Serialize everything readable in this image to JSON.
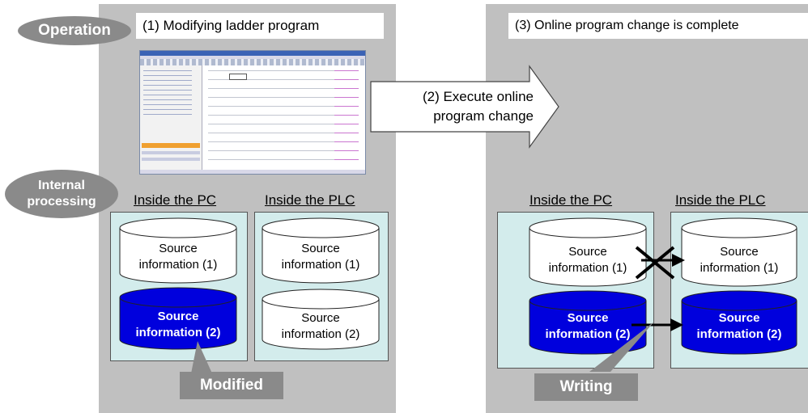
{
  "labels": {
    "operation": "Operation",
    "internal_processing": "Internal processing",
    "step1": "(1) Modifying ladder program",
    "step2_line1": "(2) Execute online",
    "step2_line2": "program change",
    "step3": "(3) Online program change is complete"
  },
  "left": {
    "pc_title": "Inside the PC",
    "plc_title": "Inside the PLC",
    "pc_top_line1": "Source",
    "pc_top_line2": "information (1)",
    "pc_bottom_line1": "Source",
    "pc_bottom_line2": "information (2)",
    "plc_top_line1": "Source",
    "plc_top_line2": "information (1)",
    "plc_bottom_line1": "Source",
    "plc_bottom_line2": "information (2)",
    "callout": "Modified"
  },
  "right": {
    "pc_title": "Inside the PC",
    "plc_title": "Inside the PLC",
    "pc_top_line1": "Source",
    "pc_top_line2": "information (1)",
    "pc_bottom_line1": "Source",
    "pc_bottom_line2": "information (2)",
    "plc_top_line1": "Source",
    "plc_top_line2": "information (1)",
    "plc_bottom_line1": "Source",
    "plc_bottom_line2": "information (2)",
    "callout": "Writing"
  },
  "colors": {
    "panel_gray": "#c0c0c0",
    "store_fill": "#d3ecec",
    "blue_cylinder": "#0000dd",
    "pill_gray": "#8a8a8a"
  }
}
